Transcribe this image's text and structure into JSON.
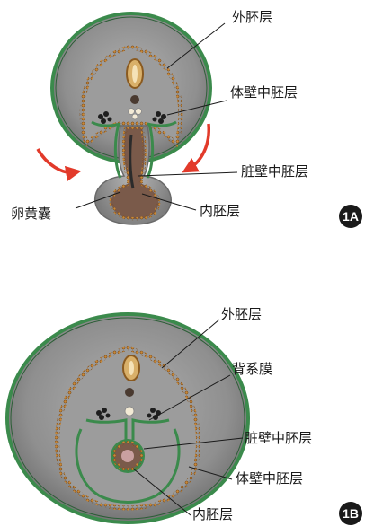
{
  "figure_1a": {
    "badge": "1A",
    "labels": {
      "ectoderm": "外胚层",
      "somatic_mesoderm": "体壁中胚层",
      "splanchnic_mesoderm": "脏壁中胚层",
      "yolk_sac": "卵黄囊",
      "endoderm": "内胚层"
    }
  },
  "figure_1b": {
    "badge": "1B",
    "labels": {
      "ectoderm": "外胚层",
      "mesentery": "背系膜",
      "splanchnic_mesoderm": "脏壁中胚层",
      "somatic_mesoderm": "体壁中胚层",
      "endoderm": "内胚层"
    }
  },
  "colors": {
    "tissue": "#8f8f8f",
    "ectoderm_ring": "#3b8a4c",
    "endoderm_cells": "#c98a3a",
    "fold_arrow": "#e23a2a",
    "badge": "#1a1a1a"
  }
}
